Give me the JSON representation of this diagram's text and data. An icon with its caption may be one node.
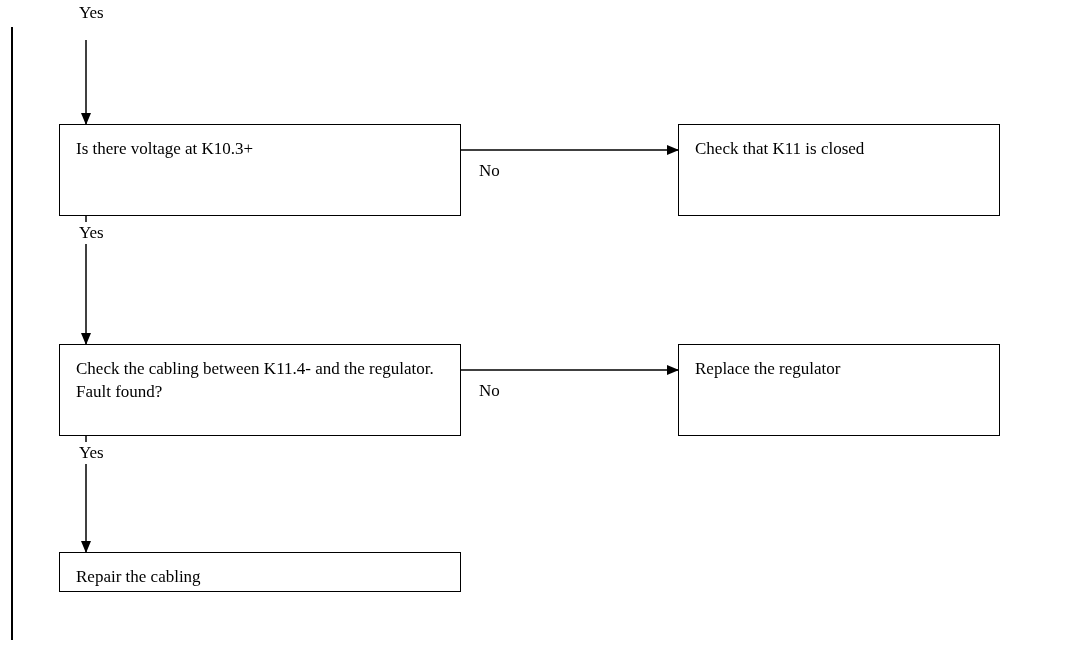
{
  "diagram": {
    "nodes": [
      {
        "text": [
          "Is there voltage at K10.3+"
        ]
      },
      {
        "text": [
          "Check that K11 is closed"
        ]
      },
      {
        "text": [
          "Check the cabling between K11.4- and the regulator. Fault found?"
        ]
      },
      {
        "text": [
          "Replace the regulator"
        ]
      },
      {
        "text": [
          "Repair the cabling"
        ]
      }
    ],
    "edges": [
      {
        "from": null,
        "to": 0,
        "arrow": "to",
        "label": "Yes"
      },
      {
        "from": 0,
        "to": 1,
        "arrow": "to",
        "label": "No"
      },
      {
        "from": 0,
        "to": 2,
        "arrow": "to",
        "label": "Yes"
      },
      {
        "from": 2,
        "to": 3,
        "arrow": "to",
        "label": "No"
      },
      {
        "from": 2,
        "to": 4,
        "arrow": "to",
        "label": "Yes"
      }
    ]
  }
}
